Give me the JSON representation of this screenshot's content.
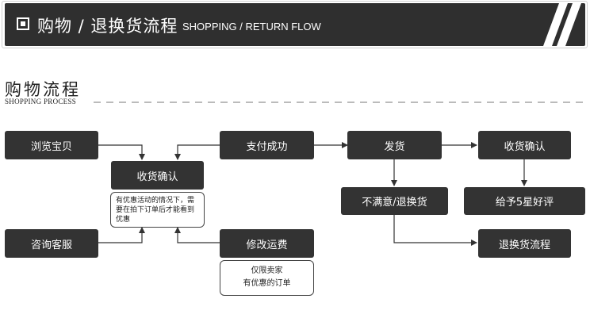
{
  "banner": {
    "title_cn": "购物 / 退换货流程",
    "title_en": "SHOPPING / RETURN FLOW"
  },
  "section": {
    "title_cn": "购物流程",
    "title_en": "SHOPPING PROCESS"
  },
  "nodes": {
    "browse": "浏览宝贝",
    "confirm": "收货确认",
    "consult": "咨询客服",
    "pay_success": "支付成功",
    "modify_shipping": "修改运费",
    "ship": "发货",
    "unsatisfied_return": "不满意/退换货",
    "confirm_receipt": "收货确认",
    "five_star": "给予5星好评",
    "return_flow": "退换货流程"
  },
  "notes": {
    "discount_note": "有优惠活动的情况下，需要在拍下订单后才能看到优惠",
    "shipping_line1": "仅限卖家",
    "shipping_line2": "有优惠的订单"
  },
  "colors": {
    "box": "#333333",
    "banner": "#2f2f2f",
    "connector": "#333333"
  }
}
